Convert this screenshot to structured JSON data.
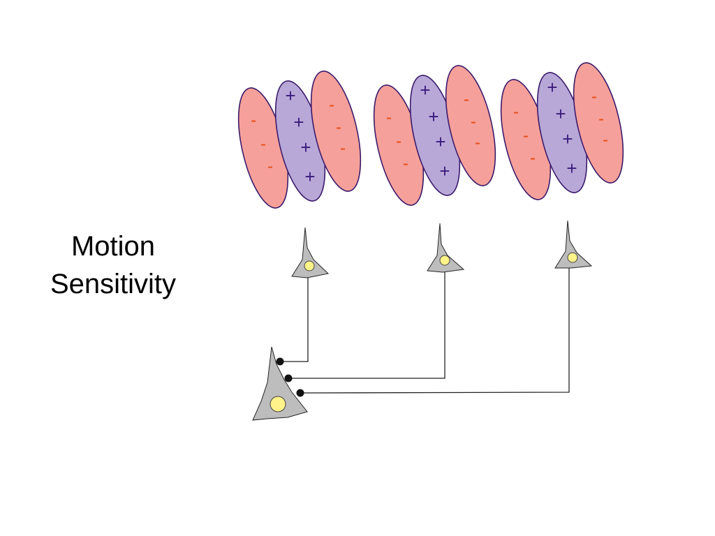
{
  "title": {
    "line1": "Motion",
    "line2": "Sensitivity"
  },
  "diagram": {
    "excitatory_sign": "+",
    "inhibitory_sign": "-",
    "receptive_field_count": 3,
    "colors": {
      "excitatory_fill": "#b8a8d8",
      "inhibitory_fill": "#f5a09a",
      "outline": "#3a1a6a",
      "plus_text": "#3a1a7a",
      "minus_text": "#e84a10",
      "neuron_body": "#bdbdbd",
      "nucleus": "#fff38a",
      "synapse": "#111111"
    }
  }
}
